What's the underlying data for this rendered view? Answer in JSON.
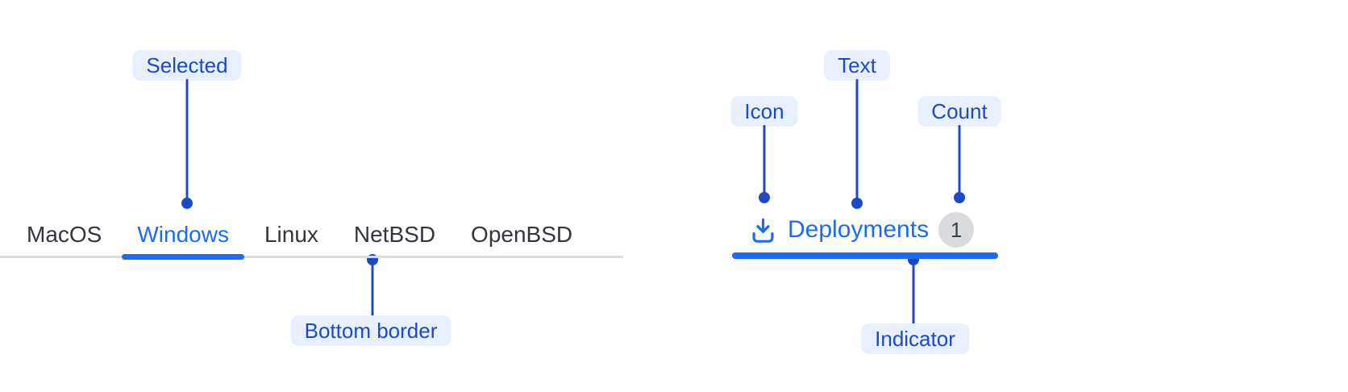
{
  "tabs_example": {
    "items": [
      {
        "label": "MacOS",
        "selected": false
      },
      {
        "label": "Windows",
        "selected": true
      },
      {
        "label": "Linux",
        "selected": false
      },
      {
        "label": "NetBSD",
        "selected": false
      },
      {
        "label": "OpenBSD",
        "selected": false
      }
    ],
    "selected_label": "Windows"
  },
  "tab_anatomy": {
    "icon": "download-icon",
    "label": "Deployments",
    "count": "1"
  },
  "annotations": {
    "selected": "Selected",
    "bottom_border": "Bottom border",
    "icon": "Icon",
    "text": "Text",
    "count": "Count",
    "indicator": "Indicator"
  },
  "colors": {
    "tab_accent_blue": "#1c6bf2",
    "annotation_blue": "#1c49c8",
    "annotation_pill_bg": "#e8f0fd",
    "tab_text": "#32373d",
    "bottom_border_gray": "#dcdee1",
    "count_badge_bg": "#d9dbde",
    "count_badge_text": "#3c4043",
    "background": "#ffffff"
  }
}
